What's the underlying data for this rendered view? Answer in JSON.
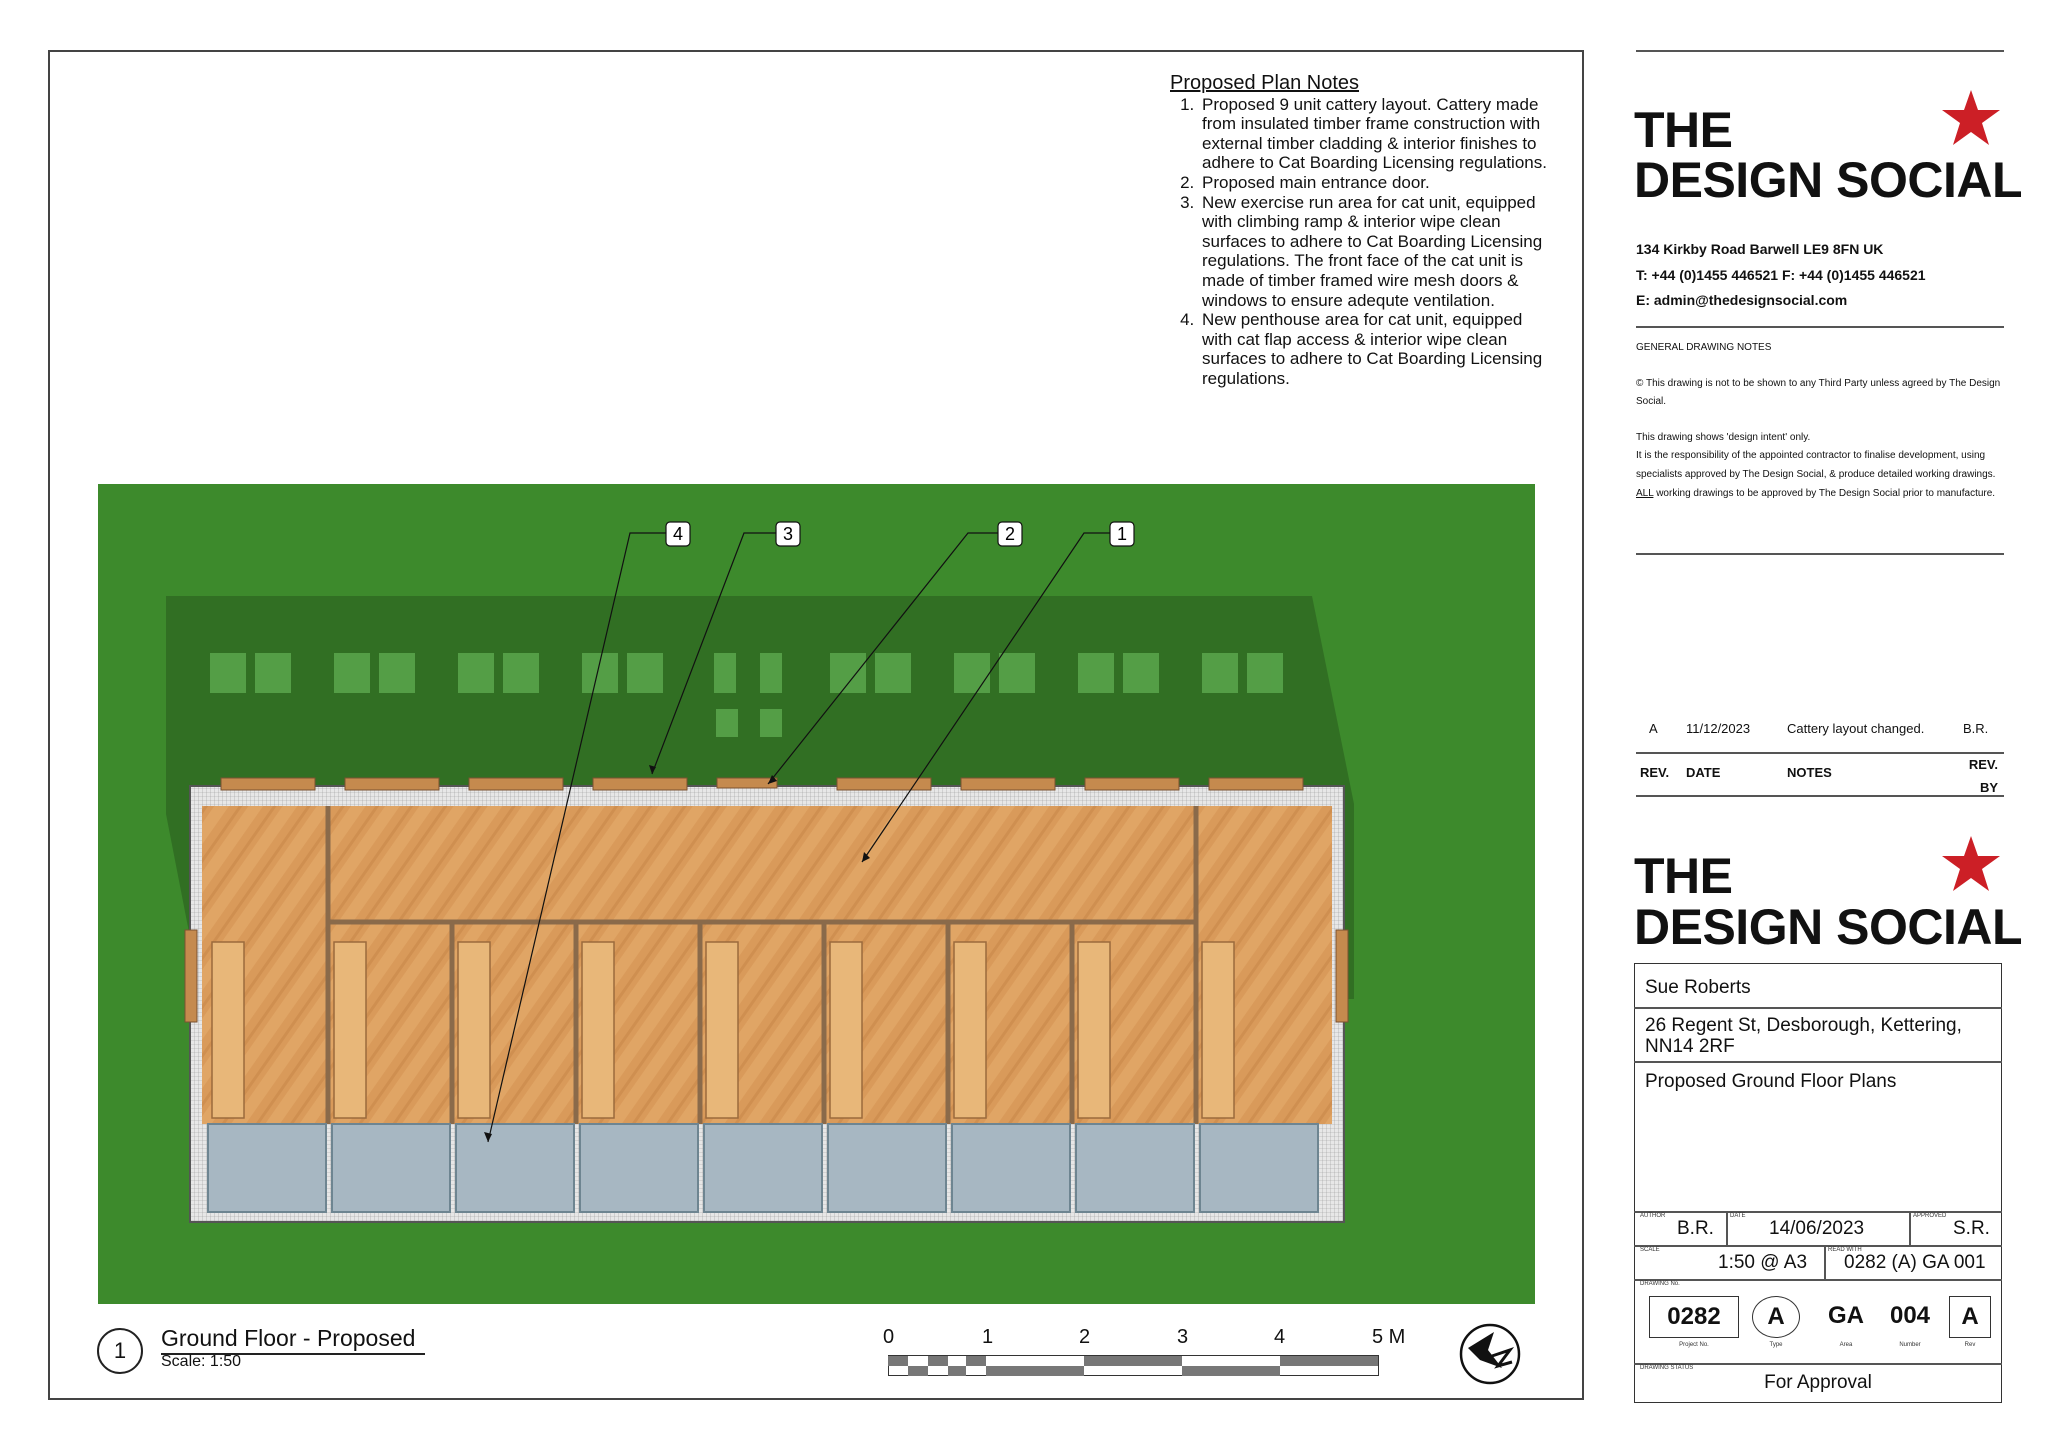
{
  "notes": {
    "title": "Proposed Plan Notes",
    "items": [
      "Proposed 9 unit cattery layout. Cattery made from insulated timber frame construction with external timber cladding & interior finishes to adhere to Cat Boarding Licensing regulations.",
      "Proposed main entrance door.",
      "New exercise run area for cat unit, equipped with climbing ramp & interior wipe clean surfaces to adhere to Cat Boarding Licensing regulations. The front face of the cat unit is made of timber framed wire mesh doors & windows to ensure adequte ventilation.",
      "New penthouse area for cat unit, equipped with cat flap access & interior wipe clean surfaces to adhere to Cat Boarding Licensing regulations."
    ]
  },
  "callouts": [
    "4",
    "3",
    "2",
    "1"
  ],
  "view": {
    "number": "1",
    "title": "Ground Floor - Proposed",
    "scale": "Scale: 1:50",
    "scalebar_ticks": [
      "0",
      "1",
      "2",
      "3",
      "4",
      "5 M"
    ]
  },
  "firm": {
    "line1": "THE",
    "line2": "DESIGN SOCIAL",
    "address": "134 Kirkby Road  Barwell  LE9 8FN  UK",
    "phone": "T: +44 (0)1455 446521  F: +44 (0)1455 446521",
    "email": "E: admin@thedesignsocial.com"
  },
  "general_notes": {
    "heading": "GENERAL DRAWING NOTES",
    "p1": "© This drawing is not to be shown to any Third Party unless agreed by The Design Social.",
    "p2": "This drawing shows 'design intent' only.",
    "p3": "It is the responsibility of the appointed contractor to finalise development, using specialists approved by The Design Social, & produce detailed working drawings.",
    "p4_underlined": "ALL",
    "p4_rest": " working drawings to be approved by The Design Social prior to manufacture."
  },
  "revisions": {
    "rows": [
      {
        "rev": "A",
        "date": "11/12/2023",
        "notes": "Cattery layout changed.",
        "by": "B.R."
      }
    ],
    "headers": {
      "rev": "REV.",
      "date": "DATE",
      "notes": "NOTES",
      "by": "REV. BY"
    }
  },
  "project": {
    "client": "Sue Roberts",
    "address": "26 Regent St, Desborough, Kettering, NN14 2RF",
    "title": "Proposed Ground Floor Plans",
    "author_label": "AUTHOR",
    "author": "B.R.",
    "date_label": "DATE",
    "date": "14/06/2023",
    "approved_label": "APPROVED",
    "approved": "S.R.",
    "scale_label": "SCALE",
    "scale": "1:50 @ A3",
    "read_with_label": "READ WITH",
    "read_with": "0282 (A) GA 001",
    "drawing_no_label": "DRAWING No.",
    "project_no": "0282",
    "project_no_label": "Project No.",
    "type": "A",
    "type_label": "Type",
    "area": "GA",
    "area_label": "Area",
    "number": "004",
    "number_label": "Number",
    "rev": "A",
    "rev_label": "Rev",
    "status_label": "DRAWING STATUS",
    "status": "For Approval"
  },
  "colors": {
    "grass": "#3d8a2c",
    "shadow": "#2f6a22",
    "timber": "#d99a5a",
    "run_floor": "#a7b7c2",
    "star": "#cc1f26"
  }
}
